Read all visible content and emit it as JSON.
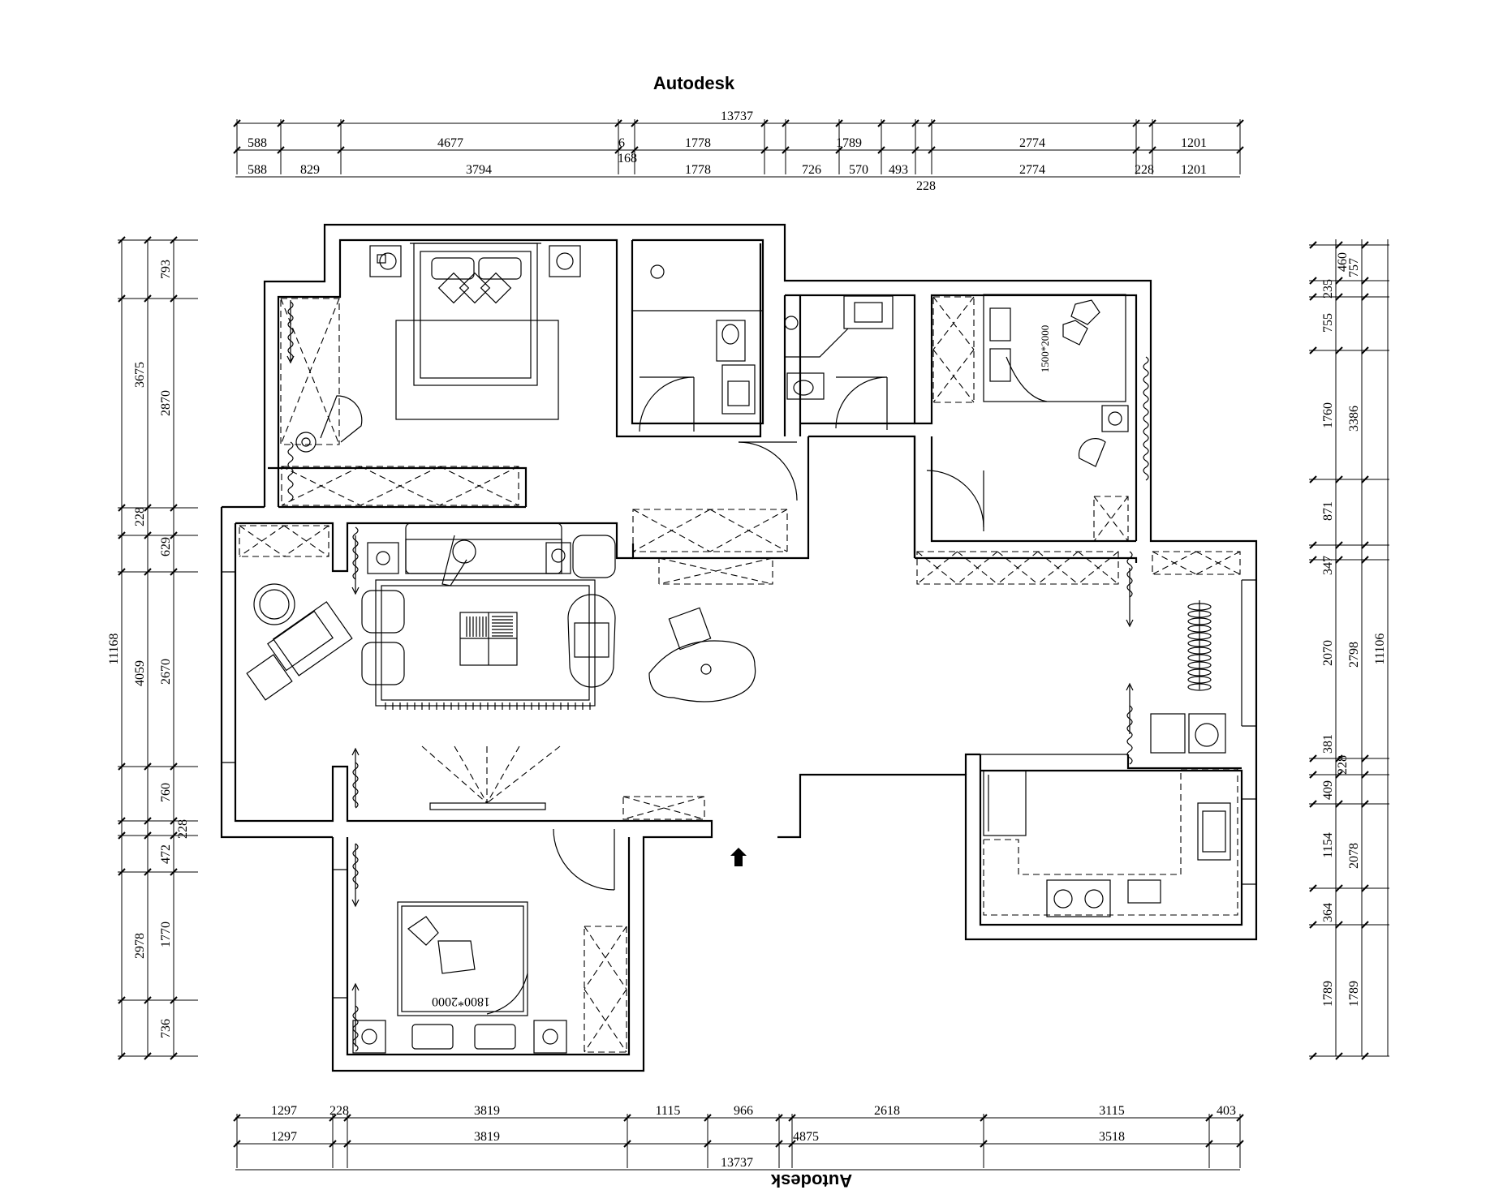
{
  "title_top": "Autodesk",
  "title_bottom": "Autodesk",
  "dimensions": {
    "top_total": "13737",
    "top_row1": [
      "588",
      "4677",
      "6",
      "1778",
      "1789",
      "2774",
      "1201"
    ],
    "top_row1_extra": "168",
    "top_row2": [
      "588",
      "829",
      "3794",
      "1778",
      "726",
      "570",
      "493",
      "2774",
      "228",
      "1201"
    ],
    "top_row2_extra": "228",
    "bottom_row1": [
      "1297",
      "228",
      "3819",
      "1115",
      "966",
      "2618",
      "3115",
      "403"
    ],
    "bottom_row2": [
      "1297",
      "3819",
      "4875",
      "3518"
    ],
    "bottom_total": "13737",
    "left_total": "11168",
    "left_col2": [
      "3675",
      "228",
      "4059",
      "2978"
    ],
    "left_col3": [
      "793",
      "2870",
      "629",
      "2670",
      "760",
      "228",
      "472",
      "1770",
      "736"
    ],
    "right_total": "11106",
    "right_col2": [
      "757",
      "3386",
      "2798",
      "228",
      "2078",
      "1789"
    ],
    "right_col3": [
      "460",
      "235",
      "755",
      "1760",
      "871",
      "347",
      "2070",
      "381",
      "409",
      "1154",
      "364",
      "1789"
    ]
  },
  "bed_labels": {
    "secondary_bedroom": "1500*2000",
    "bottom_bedroom": "1800*2000"
  },
  "icons": [
    "bed-icon",
    "sofa-icon",
    "armchair-icon",
    "toilet-icon",
    "sink-icon",
    "stove-icon",
    "washing-machine-icon",
    "shower-icon",
    "plant-icon",
    "entrance-arrow-icon"
  ]
}
